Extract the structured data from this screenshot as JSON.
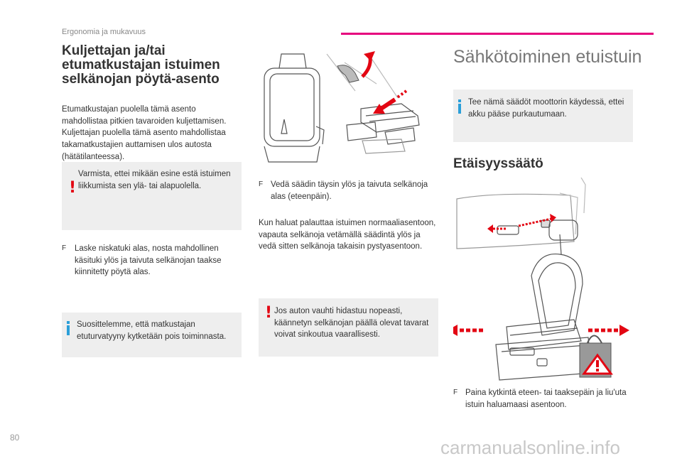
{
  "header": {
    "section": "Ergonomia ja mukavuus",
    "accent_color": "#e6007e"
  },
  "left": {
    "title": "Kuljettajan ja/tai etumatkustajan istuimen selkänojan pöytä-asento",
    "intro": "Etumatkustajan puolella tämä asento mahdollistaa pitkien tavaroiden kuljettamisen. Kuljettajan puolella tämä asento mahdollistaa takamatkustajien auttamisen ulos autosta (hätätilanteessa).",
    "warning": "Varmista, ettei mikään esine estä istuimen liikkumista sen ylä- tai alapuolella.",
    "step": "Laske niskatuki alas, nosta mahdollinen käsituki ylös ja taivuta selkänojan taakse kiinnitetty pöytä alas.",
    "info": "Suosittelemme, että matkustajan etuturvatyyny kytketään pois toiminnasta."
  },
  "middle": {
    "step": "Vedä säädin täysin ylös ja taivuta selkänoja alas (eteenpäin).",
    "text": "Kun haluat palauttaa istuimen normaaliasentoon, vapauta selkänoja vetämällä säädintä ylös ja vedä sitten selkänoja takaisin pystyasentoon.",
    "warning": "Jos auton vauhti hidastuu nopeasti, käännetyn selkänojan päällä olevat tavarat voivat sinkoutua vaarallisesti."
  },
  "right": {
    "title": "Sähkötoiminen etuistuin",
    "info": "Tee nämä säädöt moottorin käydessä, ettei akku pääse purkautumaan.",
    "subtitle": "Etäisyyssäätö",
    "step": "Paina kytkintä eteen- tai taaksepäin ja liu'uta istuin haluamaasi asentoon."
  },
  "icons": {
    "warning": "!",
    "bullet": "F"
  },
  "footer": {
    "page_number": "80",
    "watermark": "carmanualsonline.info"
  }
}
